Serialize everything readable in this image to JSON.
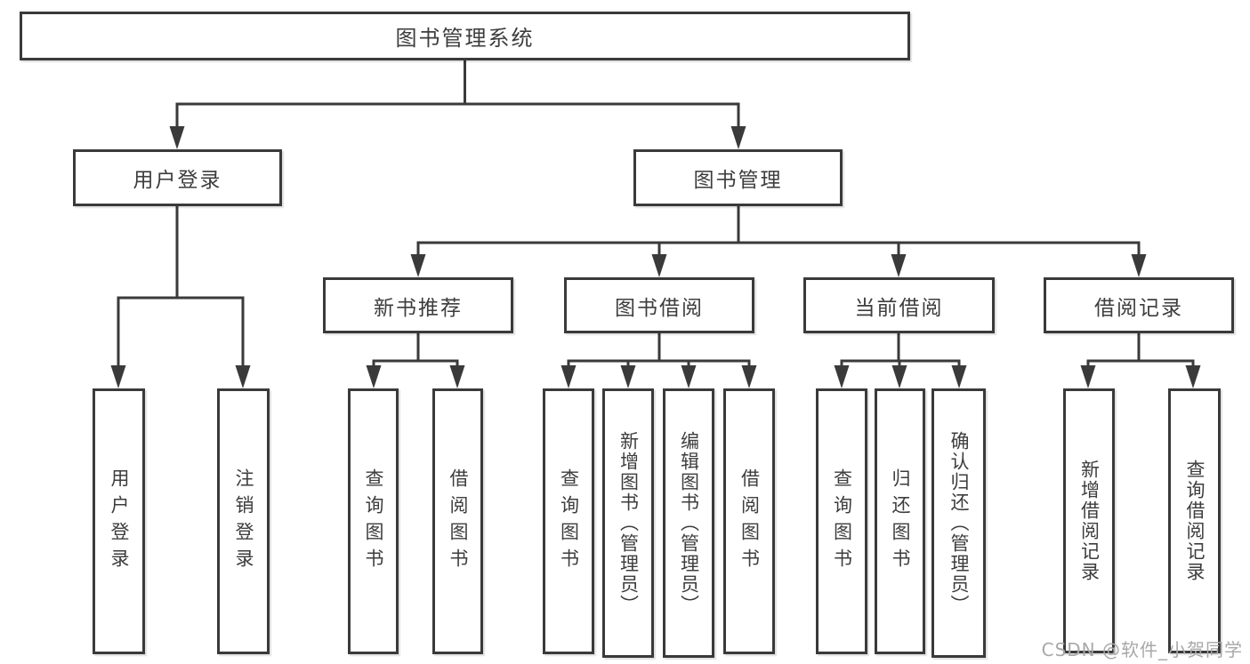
{
  "colors": {
    "background": "#ffffff",
    "line": "#3a3a3a",
    "box_border": "#3a3a3a",
    "text": "#3d3d3d",
    "watermark": "#a8a8a8"
  },
  "watermark": {
    "text": "CSDN @软件_小贺同学"
  },
  "tree": {
    "root": {
      "label": "图书管理系统",
      "children": [
        {
          "label": "用户登录",
          "children": [
            {
              "label": "用户登录"
            },
            {
              "label": "注销登录"
            }
          ]
        },
        {
          "label": "图书管理",
          "children": [
            {
              "label": "新书推荐",
              "children": [
                {
                  "label": "查询图书"
                },
                {
                  "label": "借阅图书"
                }
              ]
            },
            {
              "label": "图书借阅",
              "children": [
                {
                  "label": "查询图书"
                },
                {
                  "label": "新增图书（管理员）"
                },
                {
                  "label": "编辑图书（管理员）"
                },
                {
                  "label": "借阅图书"
                }
              ]
            },
            {
              "label": "当前借阅",
              "children": [
                {
                  "label": "查询图书"
                },
                {
                  "label": "归还图书"
                },
                {
                  "label": "确认归还（管理员）"
                }
              ]
            },
            {
              "label": "借阅记录",
              "children": [
                {
                  "label": "新增借阅记录"
                },
                {
                  "label": "查询借阅记录"
                }
              ]
            }
          ]
        }
      ]
    }
  }
}
